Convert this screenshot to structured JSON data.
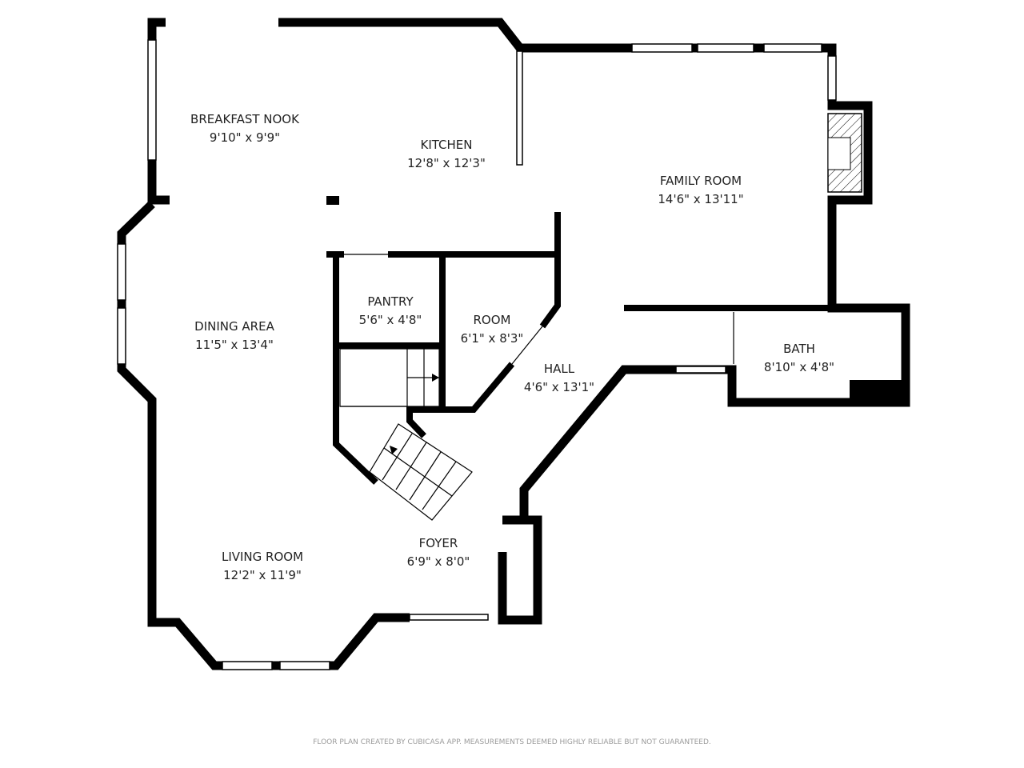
{
  "rooms": [
    {
      "name": "BREAKFAST NOOK",
      "size": "9'10\" x 9'9\""
    },
    {
      "name": "KITCHEN",
      "size": "12'8\" x 12'3\""
    },
    {
      "name": "FAMILY ROOM",
      "size": "14'6\" x 13'11\""
    },
    {
      "name": "DINING AREA",
      "size": "11'5\" x 13'4\""
    },
    {
      "name": "PANTRY",
      "size": "5'6\" x 4'8\""
    },
    {
      "name": "ROOM",
      "size": "6'1\" x 8'3\""
    },
    {
      "name": "HALL",
      "size": "4'6\" x 13'1\""
    },
    {
      "name": "BATH",
      "size": "8'10\" x 4'8\""
    },
    {
      "name": "LIVING ROOM",
      "size": "12'2\" x 11'9\""
    },
    {
      "name": "FOYER",
      "size": "6'9\" x 8'0\""
    }
  ],
  "footer": "FLOOR PLAN CREATED BY CUBICASA APP. MEASUREMENTS DEEMED HIGHLY RELIABLE BUT NOT GUARANTEED."
}
